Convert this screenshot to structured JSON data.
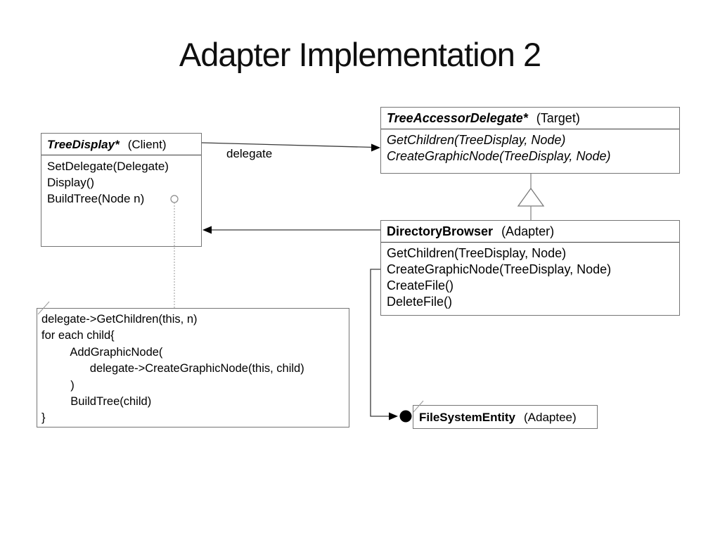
{
  "slide": {
    "title": "Adapter Implementation 2"
  },
  "diagram": {
    "classes": {
      "tree_display": {
        "name": "TreeDisplay*",
        "role": "(Client)",
        "methods": [
          "SetDelegate(Delegate)",
          "Display()",
          "BuildTree(Node n)"
        ]
      },
      "tree_accessor_delegate": {
        "name": "TreeAccessorDelegate*",
        "role": "(Target)",
        "methods": [
          "GetChildren(TreeDisplay, Node)",
          "CreateGraphicNode(TreeDisplay, Node)"
        ]
      },
      "directory_browser": {
        "name": "DirectoryBrowser",
        "role": "(Adapter)",
        "methods": [
          "GetChildren(TreeDisplay, Node)",
          "CreateGraphicNode(TreeDisplay, Node)",
          "CreateFile()",
          "DeleteFile()"
        ]
      },
      "file_system_entity": {
        "name": "FileSystemEntity",
        "role": "(Adaptee)"
      }
    },
    "labels": {
      "delegate": "delegate"
    },
    "note": {
      "lines": [
        "delegate->GetChildren(this, n)",
        "for each child{",
        "         AddGraphicNode(",
        "               delegate->CreateGraphicNode(this, child)",
        "         )",
        "         BuildTree(child)",
        "}"
      ]
    },
    "colors": {
      "background": "#ffffff",
      "text": "#000000",
      "box_border": "#757575",
      "compartment_divider": "#3c3c3c",
      "connector_line": "#3a3a3a",
      "arrowhead_fill": "#000000",
      "note_anchor_line": "#9a9a9a"
    }
  }
}
